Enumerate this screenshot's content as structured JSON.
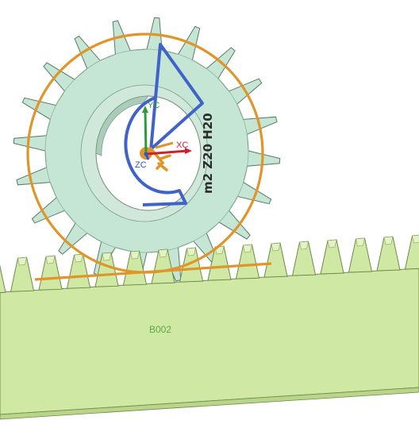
{
  "viewport": {
    "part_label": "B002",
    "gear_engraving": "m2 Z20 H20"
  },
  "csys": {
    "x_label": "XC",
    "y_label": "YC",
    "z_label": "ZC",
    "x_color": "#d0202a",
    "y_color": "#2f9a3a",
    "z_color": "#2a55d6"
  },
  "colors": {
    "gear_fill": "#bfe3cf",
    "gear_stroke": "#5a7a66",
    "rack_fill": "#cfe8a4",
    "rack_stroke": "#6f8a4a",
    "sketch_orange": "#e0952a",
    "sketch_blue": "#3f63c9",
    "label_green": "#5aa84a"
  },
  "icons": [
    "coordinate-system-icon"
  ]
}
